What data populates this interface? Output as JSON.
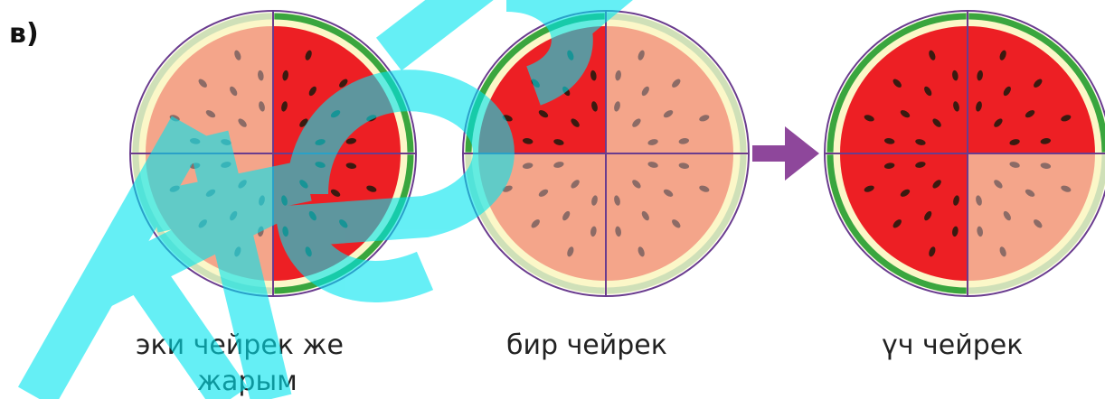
{
  "part_label": "в)",
  "captions": {
    "first_line1": "эки чейрек же",
    "first_line2": "жарым",
    "second": "бир чейрек",
    "third": "үч чейрек"
  },
  "watermark_text": "kitep",
  "colors": {
    "red_flesh": "#ed1f24",
    "pale_flesh": "#f4a58a",
    "rind_green": "#3aa63e",
    "rind_light": "#cfe0b8",
    "rind_cream": "#fbf7c8",
    "outline": "#6a3c8e",
    "arrow": "#8e479b",
    "seed_dark": "#3a1a10",
    "seed_light": "#8c6b66",
    "watermark": "#00e5f0"
  },
  "watermelons": [
    {
      "name": "watermelon-two-quarters",
      "red_quadrants": [
        "top-right",
        "bottom-right"
      ]
    },
    {
      "name": "watermelon-one-quarter",
      "red_quadrants": [
        "top-left"
      ]
    },
    {
      "name": "watermelon-three-quarters",
      "red_quadrants": [
        "top-left",
        "top-right",
        "bottom-left"
      ]
    }
  ],
  "arrow_icon": "right-arrow-icon"
}
